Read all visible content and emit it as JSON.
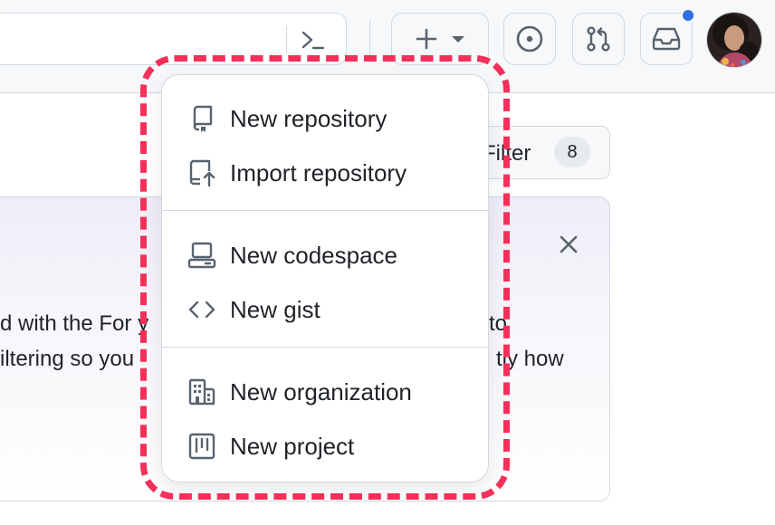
{
  "filter": {
    "label": "Filter",
    "count": "8"
  },
  "banner": {
    "line1": "d with the For y",
    "line1_tail": "to",
    "line2": "iltering so you",
    "line2_tail": "tly how"
  },
  "create_menu": {
    "items": [
      {
        "label": "New repository",
        "icon": "repo-icon"
      },
      {
        "label": "Import repository",
        "icon": "repo-push-icon"
      },
      {
        "label": "New codespace",
        "icon": "codespaces-icon"
      },
      {
        "label": "New gist",
        "icon": "code-icon"
      },
      {
        "label": "New organization",
        "icon": "organization-icon"
      },
      {
        "label": "New project",
        "icon": "project-icon"
      }
    ]
  },
  "colors": {
    "highlight": "#f4305a",
    "notification_dot": "#2f6fe0",
    "icon": "#59636e"
  }
}
